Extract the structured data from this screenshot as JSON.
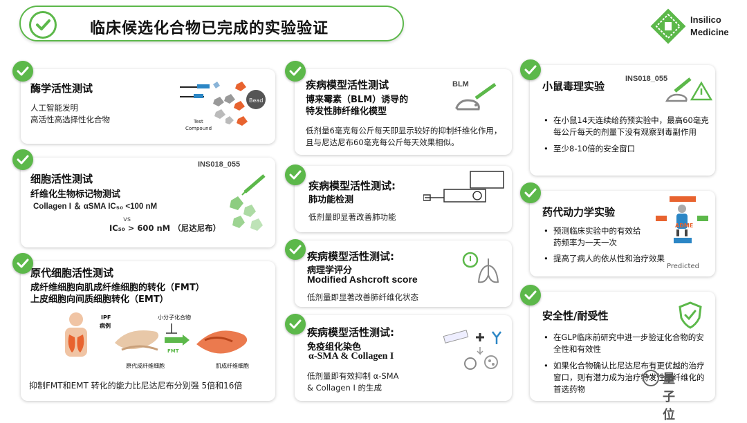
{
  "header": {
    "title": "临床候选化合物已完成的实验验证",
    "logo_line1": "Insilico",
    "logo_line2": "Medicine"
  },
  "cards": {
    "enzyme": {
      "title": "酶学活性测试",
      "desc1": "人工智能发明",
      "desc2": "高活性高选择性化合物",
      "fig_test": "Test",
      "fig_compound": "Compound",
      "fig_bead": "Bead"
    },
    "cell": {
      "title": "细胞活性测试",
      "subtitle": "纤维化生物标记物测试",
      "code": "INS018_055",
      "line1": "Collagen I ＆ αSMA IC₅₀ <100 nM",
      "vs": "vs",
      "line2": "IC₅₀ > 600 nM （尼达尼布）"
    },
    "primary": {
      "title": "原代细胞活性测试",
      "sub1": "成纤维细胞向肌成纤维细胞的转化（FMT）",
      "sub2": "上皮细胞向间质细胞转化（EMT）",
      "fig_ipf1": "IPF",
      "fig_ipf2": "病例",
      "fig_small": "小分子化合物",
      "fig_fmt": "FMT",
      "fig_left": "原代成纤维细胞",
      "fig_right": "肌成纤维细胞",
      "bottom": "抑制FMT和EMT 转化的能力比尼达尼布分别强 5倍和16倍"
    },
    "blm": {
      "title": "疾病模型活性测试",
      "sub1": "博来霉素（BLM）诱导的",
      "sub2": "特发性肺纤维化模型",
      "tag": "BLM",
      "text": "低剂量6毫克每公斤每天即显示较好的抑制纤维化作用，且与尼达尼布60毫克每公斤每天效果相似。"
    },
    "lung": {
      "title": "疾病模型活性测试:",
      "sub": "肺功能检测",
      "text": "低剂量即显著改善肺功能"
    },
    "patho": {
      "title": "疾病模型活性测试:",
      "sub1": "病理学评分",
      "sub2": "Modified Ashcroft score",
      "text": "低剂量即显著改善肺纤维化状态"
    },
    "ihc": {
      "title": "疾病模型活性测试:",
      "sub1": "免疫组化染色",
      "sub2": "α-SMA & Collagen I",
      "text1": "低剂量即有效抑制 α-SMA",
      "text2": "& Collagen I 的生成"
    },
    "tox": {
      "title": "小鼠毒理实验",
      "code": "INS018_055",
      "b1": "在小鼠14天连续给药预实验中，最高60毫克每公斤每天的剂量下没有观察到毒副作用",
      "b2": "至少8-10倍的安全窗口"
    },
    "pk": {
      "title": "药代动力学实验",
      "b1": "预测临床实验中的有效给药频率为一天一次",
      "b2": "提高了病人的依从性和治疗效果",
      "predicted": "Predicted",
      "adme": "ADME"
    },
    "safety": {
      "title": "安全性/耐受性",
      "b1": "在GLP临床前研究中进一步验证化合物的安全性和有效性",
      "b2": "如果化合物确认比尼达尼布有更优越的治疗窗口，则有潜力成为治疗特发性肺纤维化的首选药物"
    }
  },
  "watermark": "量子位",
  "colors": {
    "accent": "#5cb84a",
    "orange": "#e8632f",
    "blue": "#2b86c5"
  }
}
